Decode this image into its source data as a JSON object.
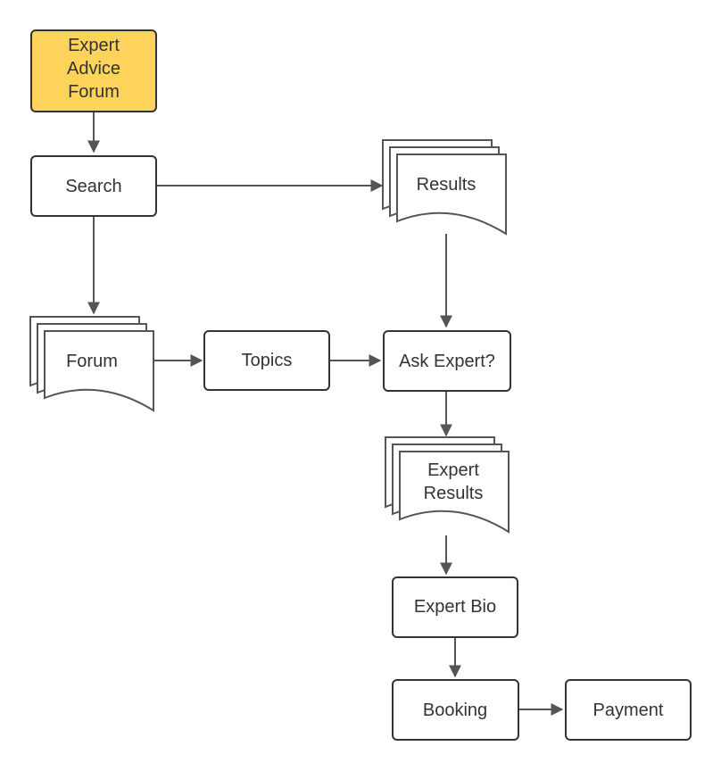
{
  "colors": {
    "start_fill": "#fdd35c",
    "box_fill": "#ffffff",
    "stroke": "#333333",
    "edge": "#555555",
    "text": "#333333"
  },
  "nodes": {
    "expert_advice_forum": {
      "lines": [
        "Expert",
        "Advice",
        "Forum"
      ],
      "shape": "process",
      "style": "start"
    },
    "search": {
      "lines": [
        "Search"
      ],
      "shape": "process"
    },
    "results": {
      "lines": [
        "Results"
      ],
      "shape": "multi-document"
    },
    "forum": {
      "lines": [
        "Forum"
      ],
      "shape": "multi-document"
    },
    "topics": {
      "lines": [
        "Topics"
      ],
      "shape": "process"
    },
    "ask_expert": {
      "lines": [
        "Ask Expert?"
      ],
      "shape": "process"
    },
    "expert_results": {
      "lines": [
        "Expert",
        "Results"
      ],
      "shape": "multi-document"
    },
    "expert_bio": {
      "lines": [
        "Expert Bio"
      ],
      "shape": "process"
    },
    "booking": {
      "lines": [
        "Booking"
      ],
      "shape": "process"
    },
    "payment": {
      "lines": [
        "Payment"
      ],
      "shape": "process"
    }
  },
  "edges": [
    {
      "from": "expert_advice_forum",
      "to": "search"
    },
    {
      "from": "search",
      "to": "results"
    },
    {
      "from": "search",
      "to": "forum"
    },
    {
      "from": "results",
      "to": "ask_expert"
    },
    {
      "from": "forum",
      "to": "topics"
    },
    {
      "from": "topics",
      "to": "ask_expert"
    },
    {
      "from": "ask_expert",
      "to": "expert_results"
    },
    {
      "from": "expert_results",
      "to": "expert_bio"
    },
    {
      "from": "expert_bio",
      "to": "booking"
    },
    {
      "from": "booking",
      "to": "payment"
    }
  ]
}
